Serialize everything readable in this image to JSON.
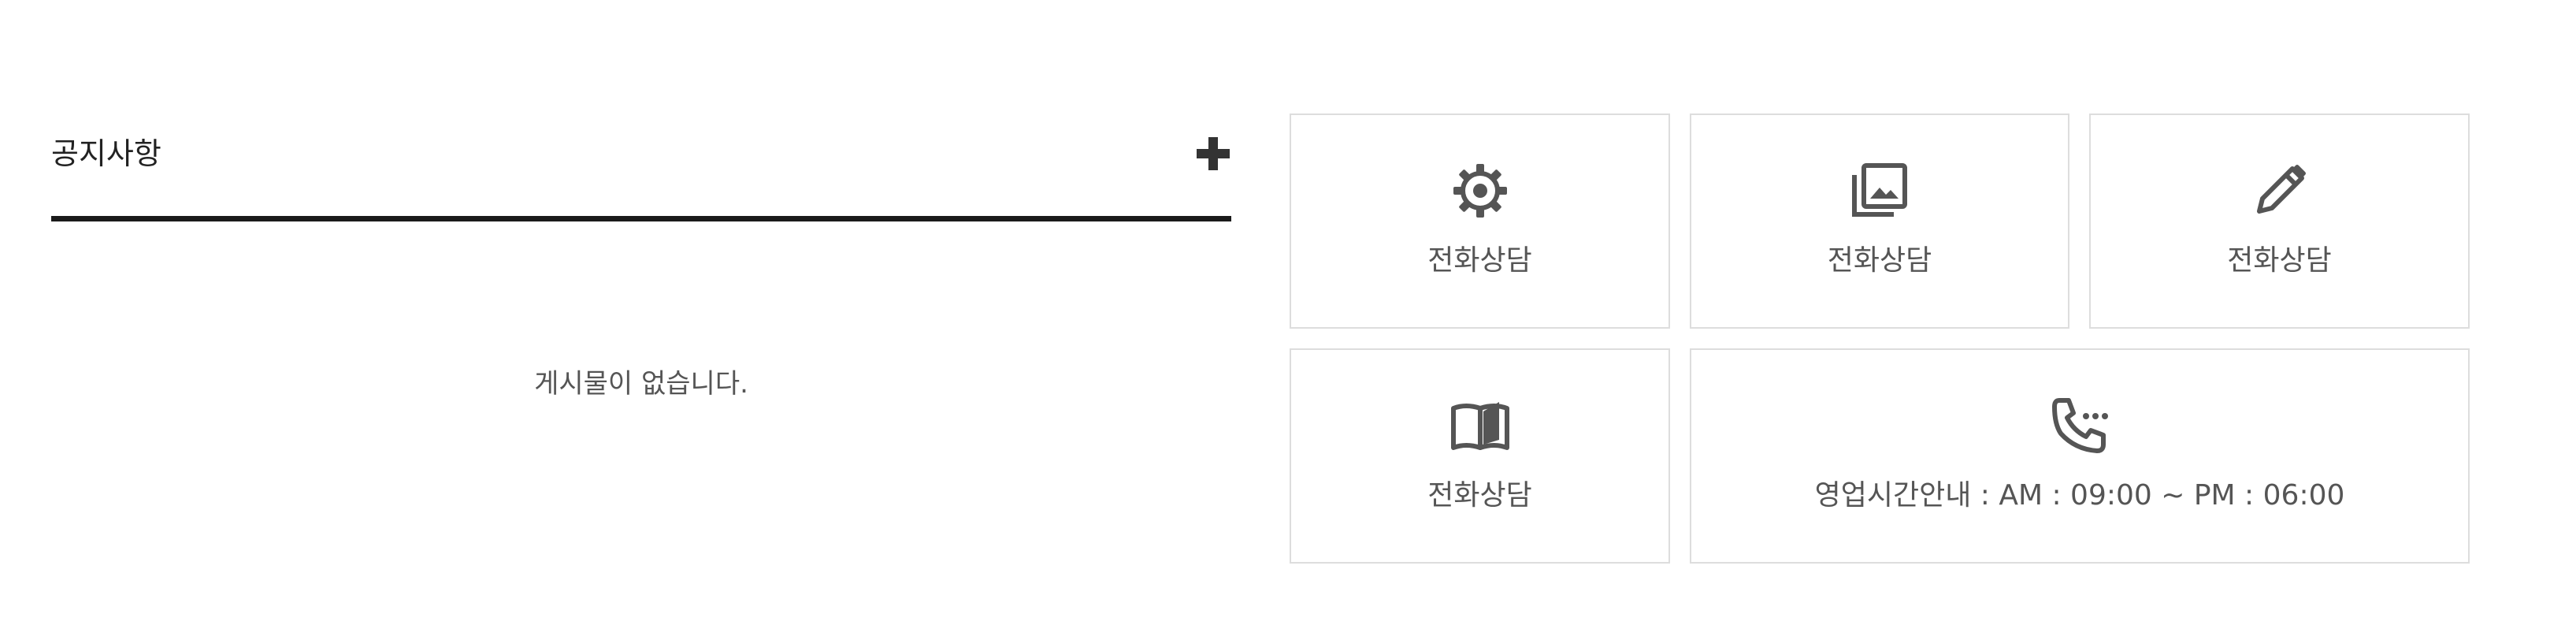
{
  "notice": {
    "title": "공지사항",
    "add_icon": "plus-icon",
    "empty_message": "게시물이 없습니다."
  },
  "quick_links": [
    {
      "icon": "gear-icon",
      "label": "전화상담"
    },
    {
      "icon": "image-gallery-icon",
      "label": "전화상담"
    },
    {
      "icon": "pencil-icon",
      "label": "전화상담"
    },
    {
      "icon": "open-book-icon",
      "label": "전화상담"
    },
    {
      "icon": "phone-icon",
      "label": "영업시간안내 : AM : 09:00 ~ PM : 06:00"
    }
  ],
  "colors": {
    "text": "#555555",
    "heading": "#222222",
    "divider": "#1a1a1a",
    "tile_border": "#dddddd",
    "icon": "#555555"
  }
}
